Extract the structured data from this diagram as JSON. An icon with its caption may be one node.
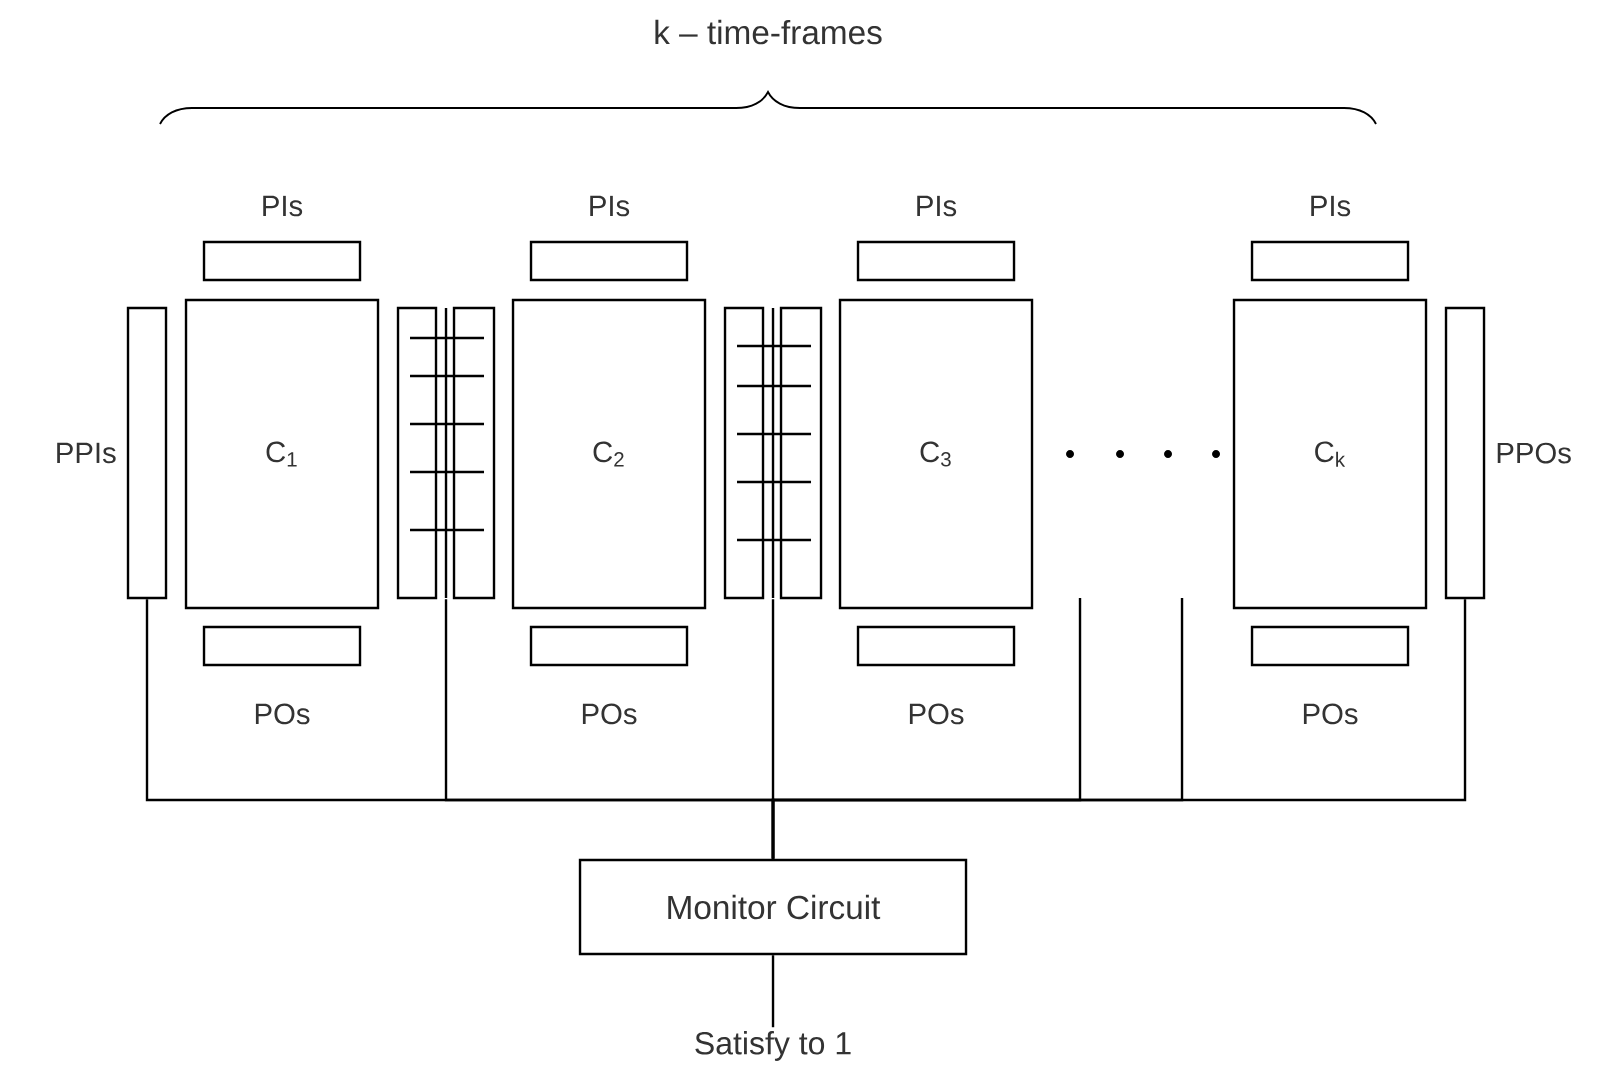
{
  "diagram": {
    "nodes": [
      {
        "text": [],
        "shape": "bar",
        "beside": [
          "PPIs"
        ]
      },
      {
        "text": [
          "PIs"
        ]
      },
      {
        "text": [
          "C$_{1}$"
        ]
      },
      {
        "text": [
          "POs"
        ]
      },
      {
        "text": [],
        "shape": "box"
      },
      {
        "text": [
          "PIs"
        ]
      },
      {
        "text": [
          "C$_{2}$"
        ]
      },
      {
        "text": [
          "POs"
        ]
      },
      {
        "text": [],
        "shape": "box"
      },
      {
        "text": [
          "PIs"
        ]
      },
      {
        "text": [
          "C$_{3}$"
        ]
      },
      {
        "text": [
          "POs"
        ]
      },
      {
        "text": [
          "PIs"
        ]
      },
      {
        "text": [
          "C$_{k}$"
        ]
      },
      {
        "text": [
          "POs"
        ]
      },
      {
        "text": [],
        "shape": "bar",
        "beside": [
          "PPOs"
        ]
      },
      {
        "text": [
          "Monitor Circuit"
        ]
      },
      {
        "text": [
          "Satisfy to 1"
        ]
      }
    ],
    "edges": [
      {
        "from": 0,
        "to": 16,
        "arrow": "none"
      },
      {
        "from": 4,
        "to": 16,
        "arrow": "none"
      },
      {
        "from": 8,
        "to": 16,
        "arrow": "none"
      },
      {
        "from": null,
        "to": 16,
        "arrow": "none"
      },
      {
        "from": null,
        "to": 16,
        "arrow": "none"
      },
      {
        "from": 15,
        "to": 16,
        "arrow": "none"
      },
      {
        "from": 16,
        "to": 17,
        "arrow": "none"
      }
    ],
    "labels": [
      "k – time-frames"
    ]
  }
}
